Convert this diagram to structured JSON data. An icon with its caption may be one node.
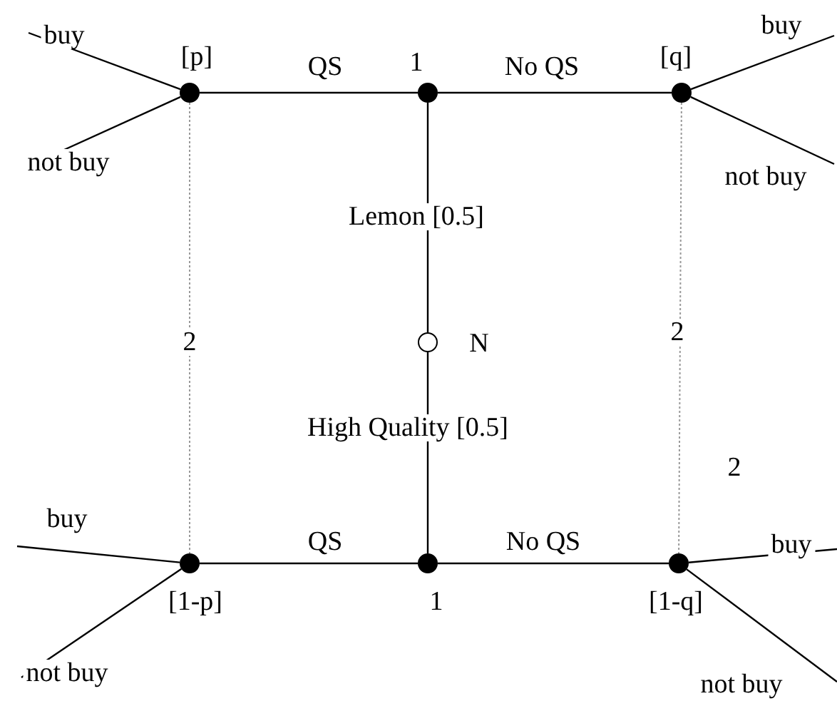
{
  "diagram": {
    "nodes": [
      {
        "text": [],
        "shape": "circle",
        "beside": [
          "N"
        ]
      },
      {
        "text": [],
        "shape": "circle",
        "beside": [
          "1"
        ]
      },
      {
        "text": [],
        "shape": "circle",
        "beside": [
          "1"
        ]
      },
      {
        "text": [],
        "shape": "circle",
        "beside": [
          "[p]"
        ]
      },
      {
        "text": [],
        "shape": "circle",
        "beside": [
          "[q]"
        ]
      },
      {
        "text": [],
        "shape": "circle",
        "beside": [
          "[1-p]"
        ]
      },
      {
        "text": [],
        "shape": "circle",
        "beside": [
          "[1-q]"
        ]
      }
    ],
    "edges": [
      {
        "from": 0,
        "to": 1,
        "arrow": "none",
        "label": "Lemon [0.5]"
      },
      {
        "from": 0,
        "to": 2,
        "arrow": "none",
        "label": "High Quality [0.5]"
      },
      {
        "from": 1,
        "to": 3,
        "arrow": "none",
        "label": "QS"
      },
      {
        "from": 1,
        "to": 4,
        "arrow": "none",
        "label": "No QS"
      },
      {
        "from": 2,
        "to": 5,
        "arrow": "none",
        "label": "QS"
      },
      {
        "from": 2,
        "to": 6,
        "arrow": "none",
        "label": "No QS"
      },
      {
        "from": 3,
        "to": 5,
        "arrow": "none",
        "label": "2",
        "style": "dashed",
        "color": "#999999"
      },
      {
        "from": 4,
        "to": 6,
        "arrow": "none",
        "label": "2",
        "style": "dashed",
        "color": "#999999"
      },
      {
        "from": 3,
        "to": null,
        "arrow": "none",
        "label": "buy"
      },
      {
        "from": 3,
        "to": null,
        "arrow": "none",
        "label": "not buy"
      },
      {
        "from": 4,
        "to": null,
        "arrow": "none",
        "label": "buy"
      },
      {
        "from": 4,
        "to": null,
        "arrow": "none",
        "label": "not buy"
      },
      {
        "from": 5,
        "to": null,
        "arrow": "none",
        "label": "buy"
      },
      {
        "from": 5,
        "to": null,
        "arrow": "none",
        "label": "not buy"
      },
      {
        "from": 6,
        "to": null,
        "arrow": "none",
        "label": "buy"
      },
      {
        "from": 6,
        "to": null,
        "arrow": "none",
        "label": "not buy"
      }
    ],
    "labels": [
      "2"
    ]
  }
}
